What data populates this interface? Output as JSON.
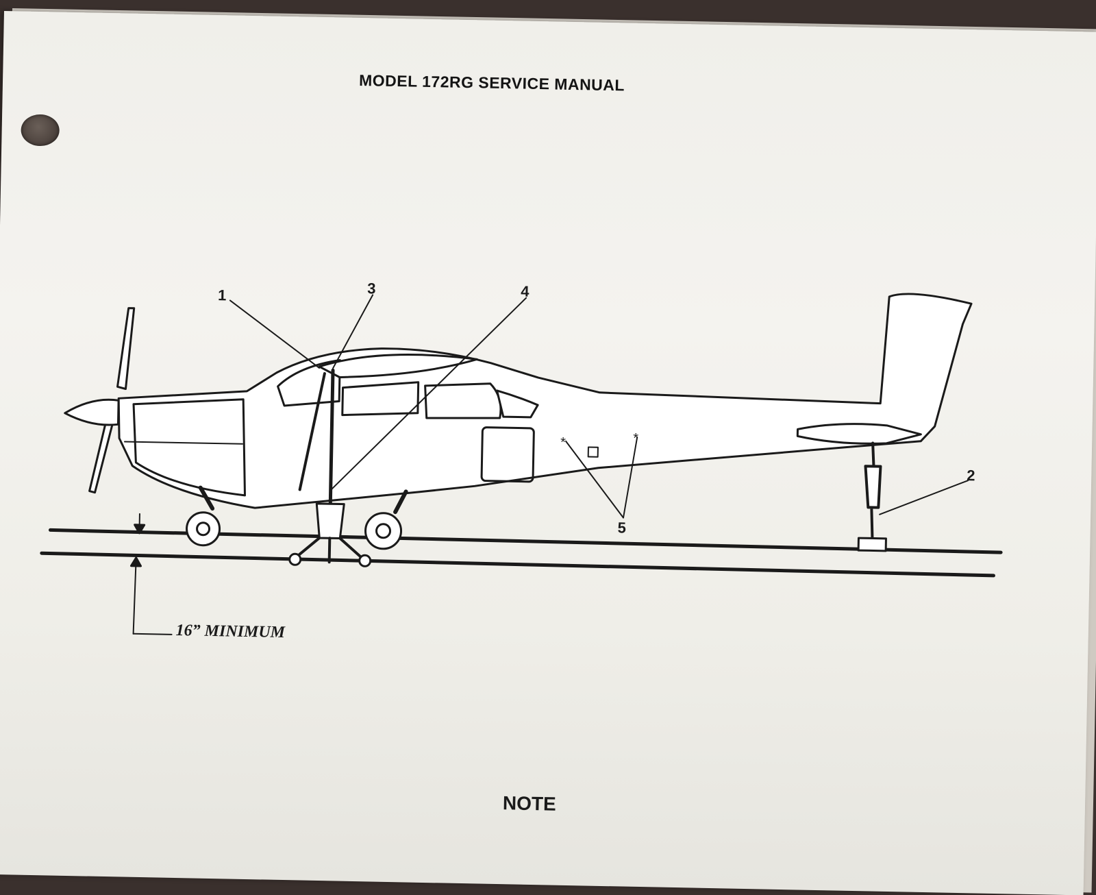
{
  "document": {
    "title": "MODEL 172RG SERVICE MANUAL",
    "note_heading": "NOTE"
  },
  "figure": {
    "callouts": [
      "1",
      "2",
      "3",
      "4",
      "5"
    ],
    "clearance_label": "16” MINIMUM"
  },
  "colors": {
    "ink": "#1a1a1a",
    "paper": "#f2f1ec",
    "background": "#3a302d"
  }
}
